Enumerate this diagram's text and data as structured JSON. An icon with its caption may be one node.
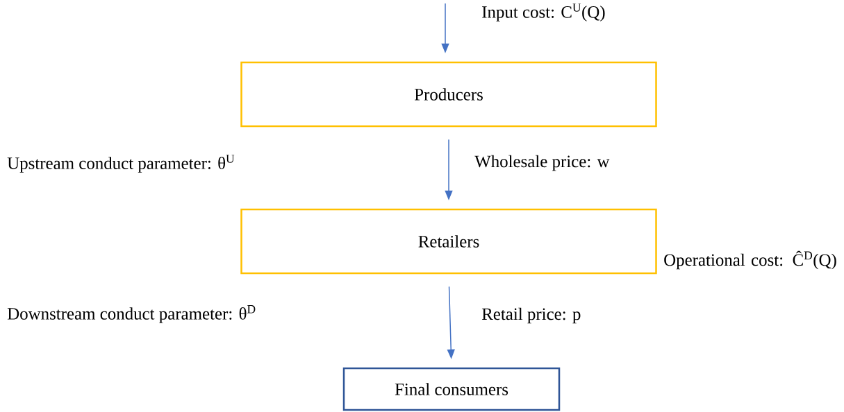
{
  "diagram": {
    "nodes": [
      {
        "text": [
          "Producers"
        ]
      },
      {
        "text": [
          "Retailers"
        ],
        "beside": [
          "Operational cost: Ĉ$^{D}$(Q)"
        ]
      },
      {
        "text": [
          "Final consumers"
        ]
      }
    ],
    "edges": [
      {
        "from": null,
        "to": 0,
        "arrow": "to",
        "label": "Input cost: C$^{U}$(Q)"
      },
      {
        "from": 0,
        "to": 1,
        "arrow": "to",
        "label": "Wholesale price: w"
      },
      {
        "from": 1,
        "to": 2,
        "arrow": "to",
        "label": "Retail price: p"
      }
    ],
    "labels": [
      "Upstream conduct parameter: θ$^{U}$",
      "Downstream conduct parameter: θ$^{D}$"
    ]
  }
}
